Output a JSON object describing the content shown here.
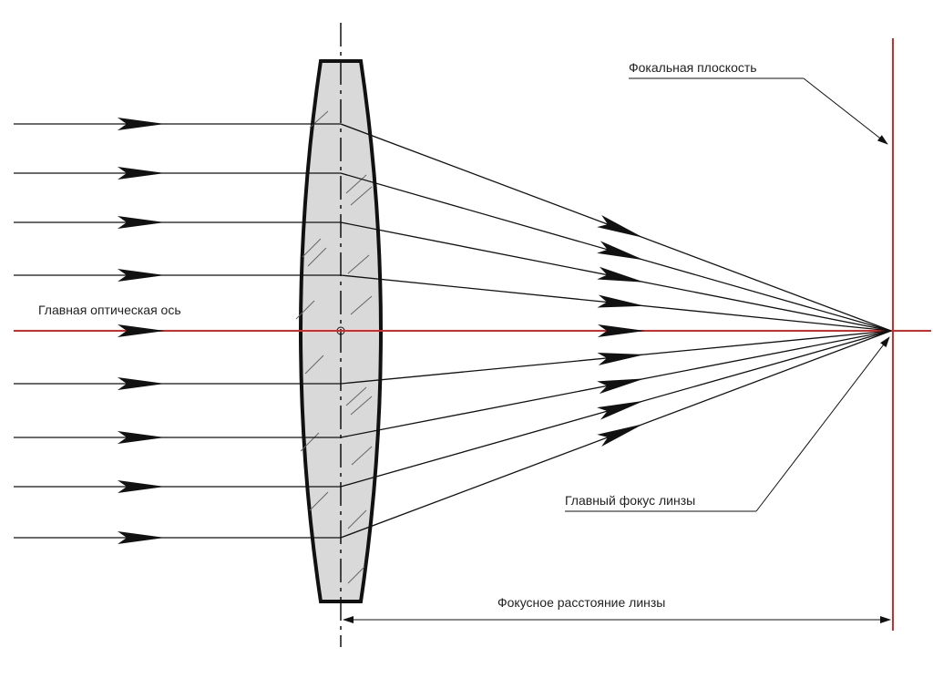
{
  "labels": {
    "focal_plane": "Фокальная плоскость",
    "main_optical_axis": "Главная оптическая ось",
    "main_focus": "Главный фокус линзы",
    "focal_distance": "Фокусное расстояние линзы"
  },
  "colors": {
    "axis_red": "#d42a2a",
    "ray": "#111111",
    "lens_fill": "#d9d9d9",
    "lens_outline": "#111111"
  }
}
